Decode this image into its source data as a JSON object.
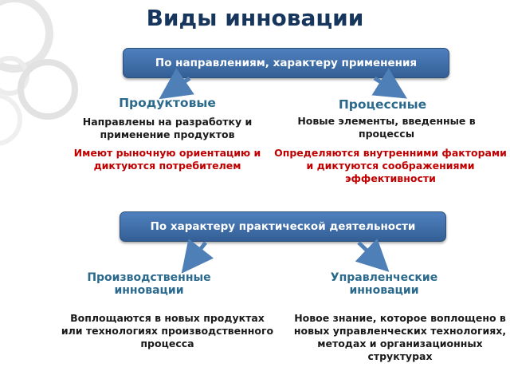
{
  "title": "Виды инновации",
  "colors": {
    "banner": "#3f6fa8",
    "heading": "#2b6a8d",
    "accent_red": "#c00000",
    "title": "#17365d"
  },
  "section1": {
    "banner": "По направлениям, характеру применения",
    "left": {
      "heading": "Продуктовые",
      "description": "Направлены на разработку и применение продуктов",
      "note": "Имеют рыночную ориентацию и диктуются потребителем"
    },
    "right": {
      "heading": "Процессные",
      "description": "Новые элементы, введенные в процессы",
      "note": "Определяются внутренними факторами и диктуются соображениями эффективности"
    }
  },
  "section2": {
    "banner": "По характеру практической деятельности",
    "left": {
      "heading": "Производственные инновации",
      "description": "Воплощаются в новых продуктах или технологиях производственного процесса"
    },
    "right": {
      "heading": "Управленческие инновации",
      "description": "Новое знание, которое воплощено в новых управленческих технологиях, методах и организационных структурах"
    }
  }
}
